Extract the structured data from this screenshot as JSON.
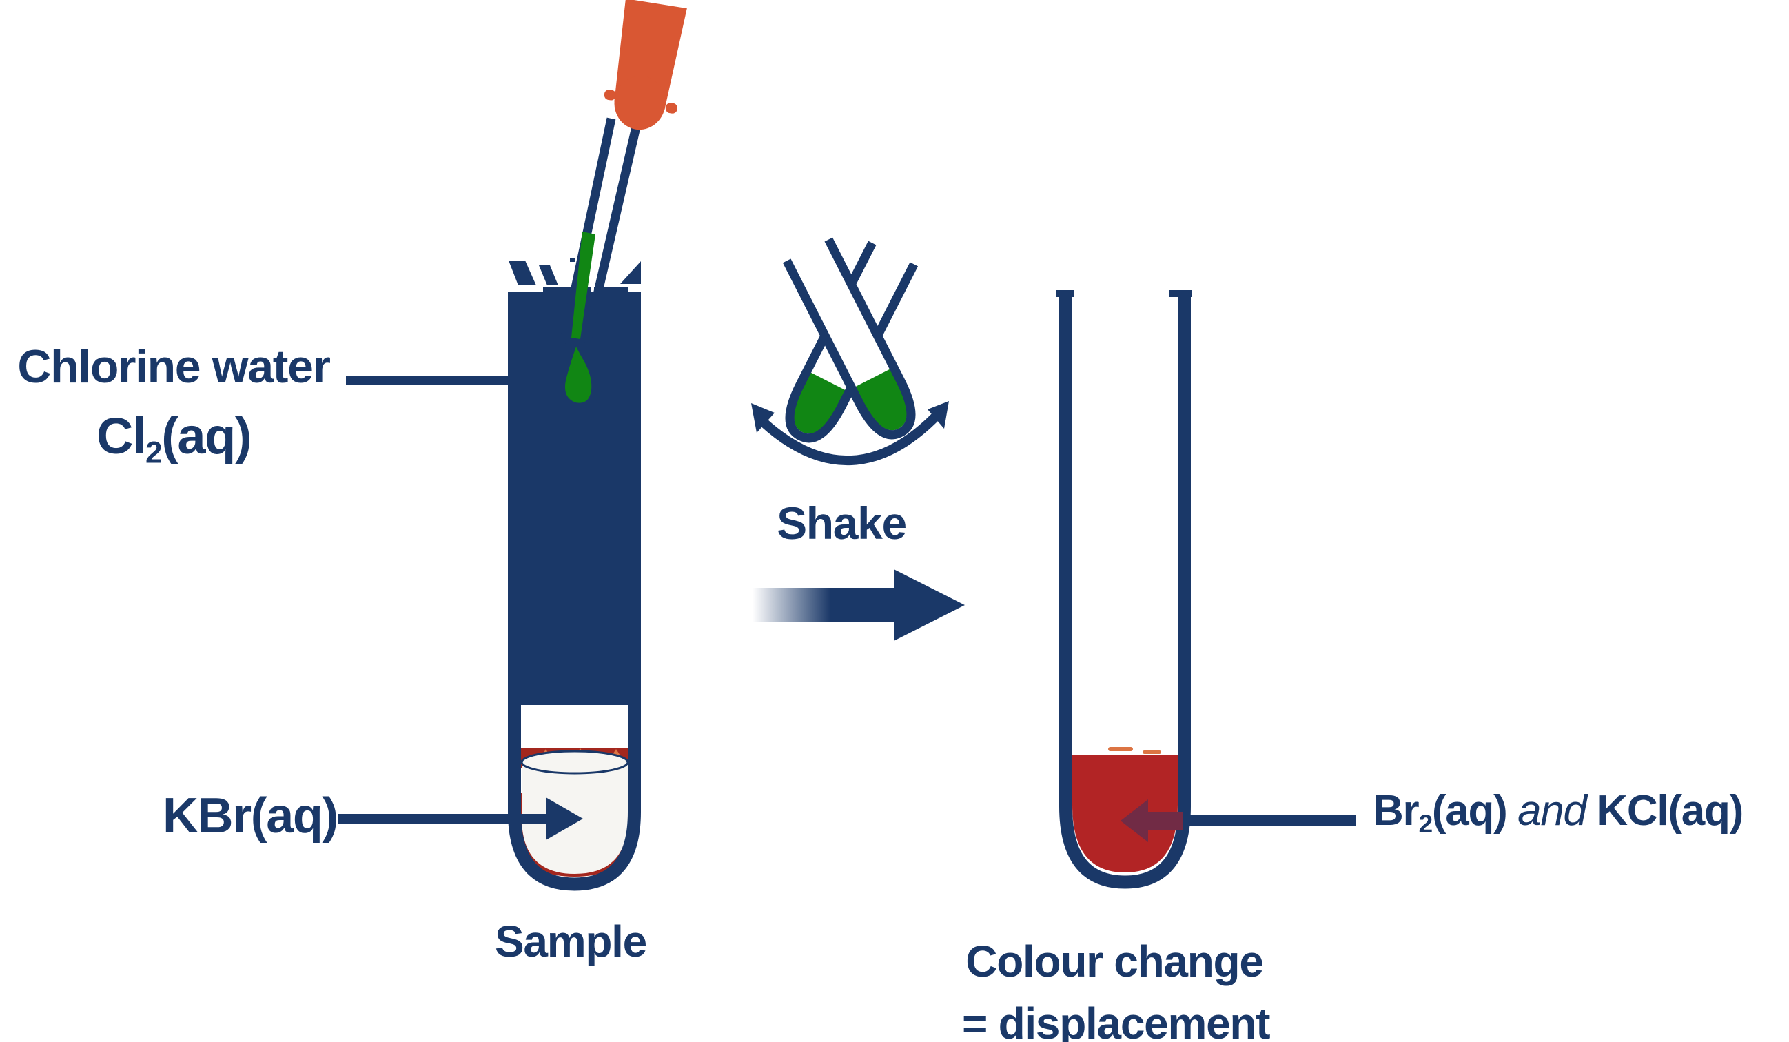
{
  "colors": {
    "navy": "#1A3868",
    "green": "#118614",
    "orange": "#D95733",
    "orange_accent": "#DC7443",
    "red_dark": "#A3271E",
    "red_liquid": "#B22425",
    "maroon": "#712B45",
    "liquid_light": "#F6F5F2",
    "background": "#FFFFFF"
  },
  "labels": {
    "chlorine": {
      "line1": "Chlorine water",
      "formula_pre": "Cl",
      "formula_sub": "2",
      "formula_post": "(aq)"
    },
    "kbr": "KBr(aq)",
    "sample": "Sample",
    "shake": "Shake",
    "product": {
      "pre": "Br",
      "sub": "2",
      "mid": "(aq)",
      "conjunction": "and",
      "post": "KCl(aq)"
    },
    "result_line1": "Colour change",
    "result_line2": "= displacement"
  }
}
